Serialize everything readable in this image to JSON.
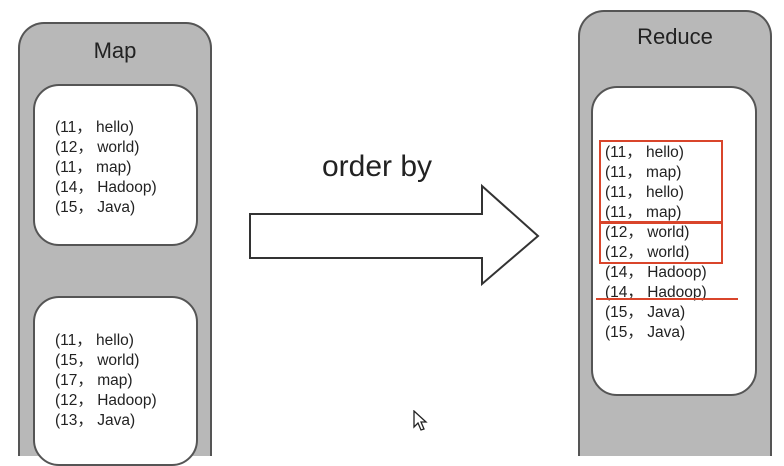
{
  "map": {
    "title": "Map",
    "group1": [
      "(11， hello)",
      "(12， world)",
      "(11， map)",
      "(14， Hadoop)",
      "(15， Java)"
    ],
    "group2": [
      "(11， hello)",
      "(15， world)",
      "(17， map)",
      "(12， Hadoop)",
      "(13， Java)"
    ]
  },
  "arrow": {
    "label": "order by"
  },
  "reduce": {
    "title": "Reduce",
    "items": [
      "(11， hello)",
      "(11， map)",
      "(11， hello)",
      "(11， map)",
      "(12， world)",
      "(12， world)",
      "(14， Hadoop)",
      "(14， Hadoop)",
      "(15， Java)",
      "(15， Java)"
    ]
  },
  "colors": {
    "panel": "#b8b8b8",
    "highlight": "#d9452b",
    "card": "#ffffff",
    "border": "#555555"
  }
}
